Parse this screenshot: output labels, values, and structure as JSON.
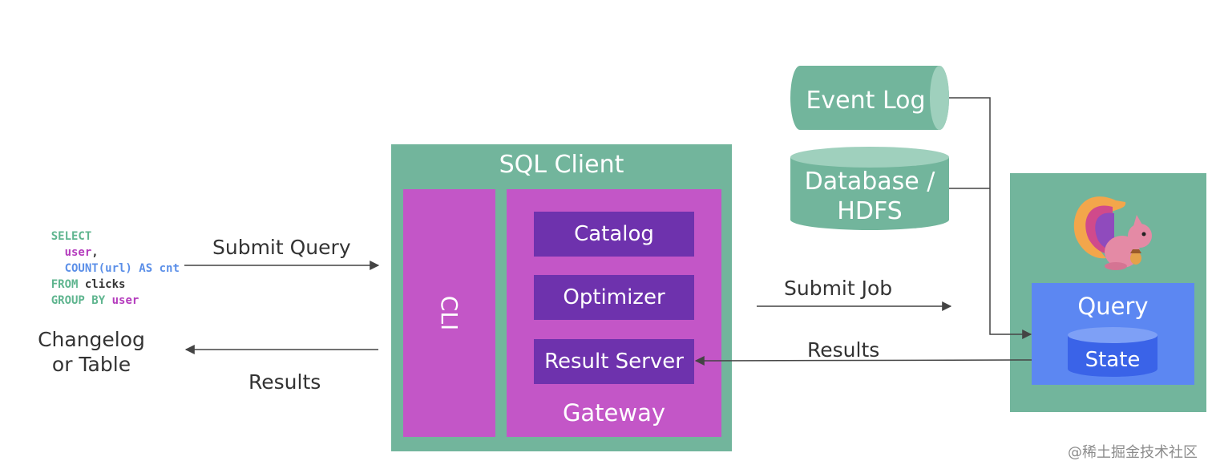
{
  "sql": {
    "lines": [
      {
        "parts": [
          {
            "t": "SELECT",
            "c": "kw"
          }
        ]
      },
      {
        "parts": [
          {
            "t": "  ",
            "c": "pl"
          },
          {
            "t": "user",
            "c": "id"
          },
          {
            "t": ",",
            "c": "pl"
          }
        ]
      },
      {
        "parts": [
          {
            "t": "  ",
            "c": "pl"
          },
          {
            "t": "COUNT(url) AS cnt",
            "c": "fn"
          }
        ]
      },
      {
        "parts": [
          {
            "t": "FROM",
            "c": "kw"
          },
          {
            "t": " clicks",
            "c": "pl"
          }
        ]
      },
      {
        "parts": [
          {
            "t": "GROUP BY",
            "c": "kw"
          },
          {
            "t": " ",
            "c": "pl"
          },
          {
            "t": "user",
            "c": "id"
          }
        ]
      }
    ]
  },
  "labels": {
    "submit_query": "Submit Query",
    "changelog_line1": "Changelog",
    "changelog_line2": "or Table",
    "results_left": "Results",
    "submit_job": "Submit Job",
    "results_right": "Results"
  },
  "sql_client": {
    "title": "SQL Client",
    "cli": "CLI",
    "catalog": "Catalog",
    "optimizer": "Optimizer",
    "result_server": "Result Server",
    "gateway": "Gateway"
  },
  "sources": {
    "event_log": "Event Log",
    "database_line1": "Database /",
    "database_line2": "HDFS"
  },
  "cluster": {
    "query": "Query",
    "state": "State"
  },
  "watermark": "@稀土掘金技术社区",
  "colors": {
    "green": "#72b59c",
    "magenta": "#c356c7",
    "purple": "#6e32ad",
    "blue": "#5c87f2",
    "dark_blue": "#3a63e8"
  },
  "icons": {
    "mascot": "flink-squirrel-icon"
  }
}
